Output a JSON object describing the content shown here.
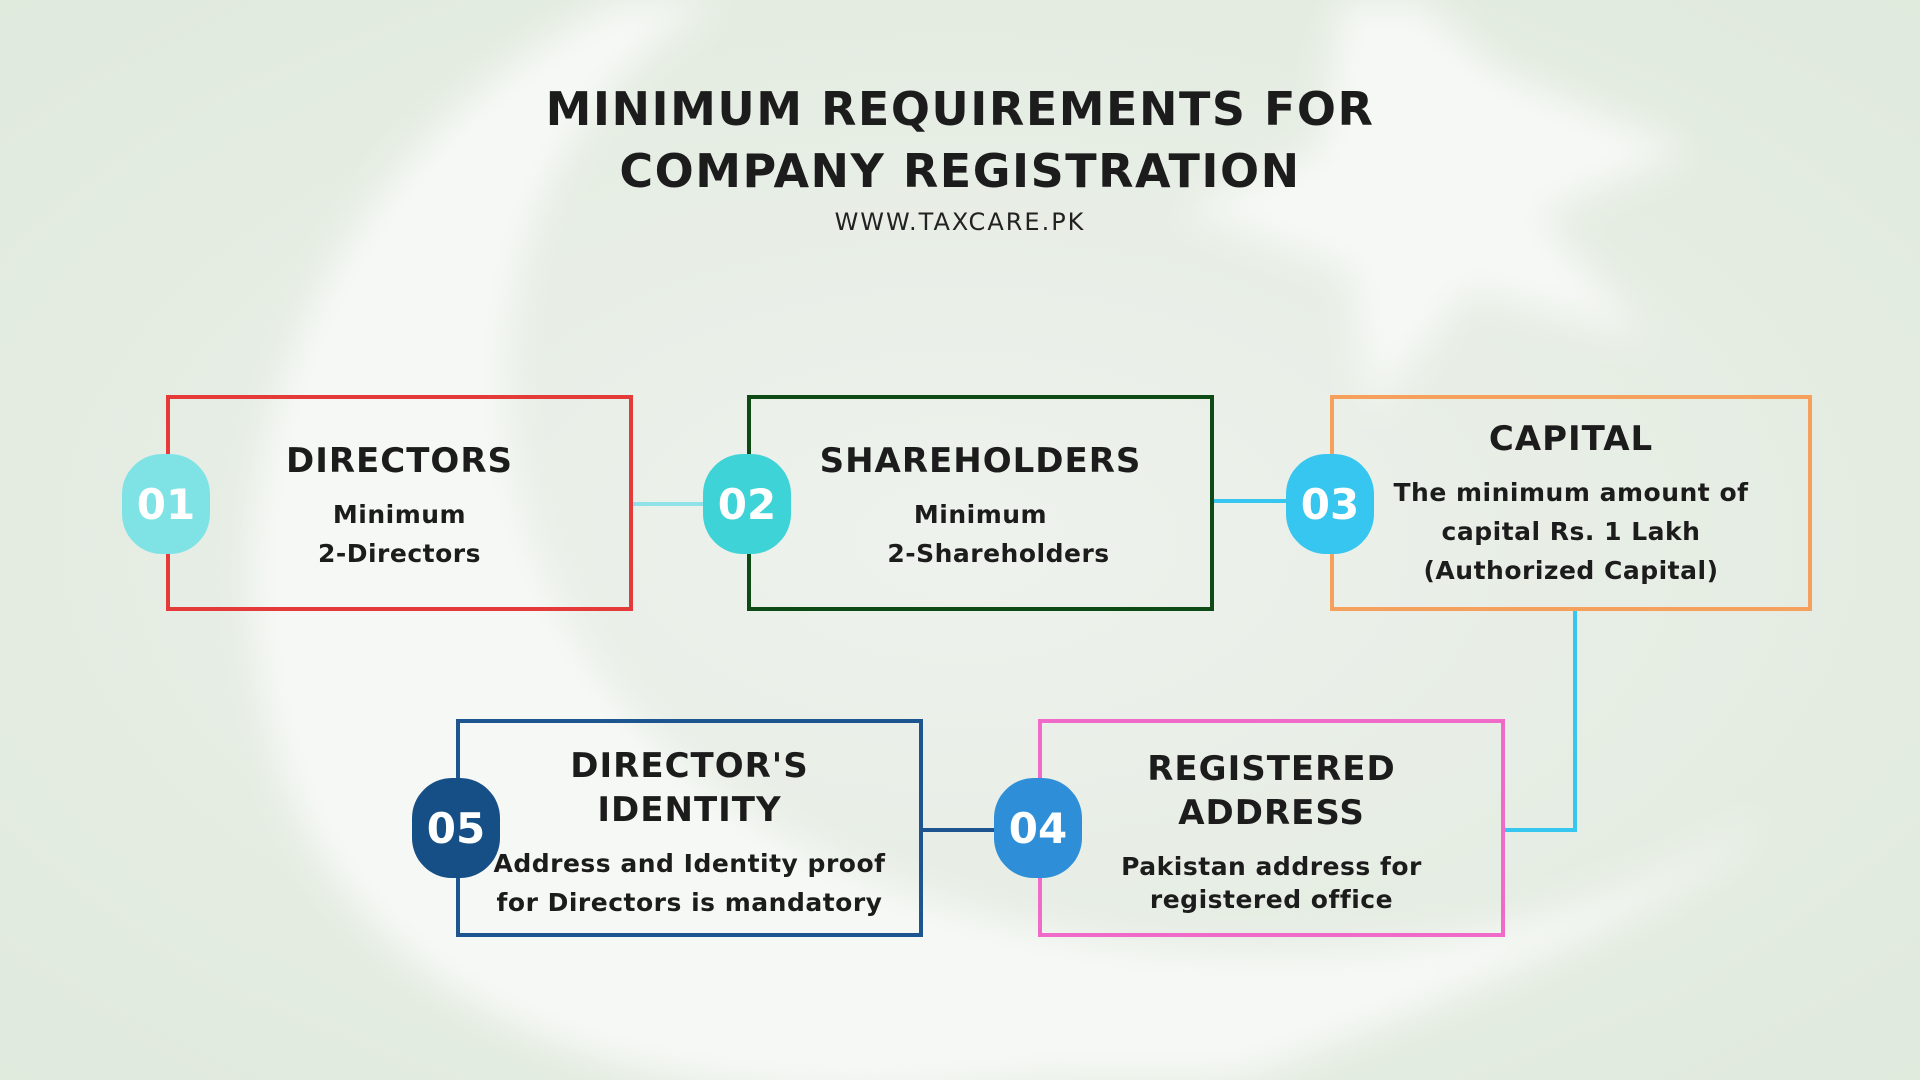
{
  "title_line1": "MINIMUM REQUIREMENTS FOR",
  "title_line2": "COMPANY REGISTRATION",
  "website": "WWW.TAXCARE.PK",
  "steps": [
    {
      "number": "01",
      "title": "DIRECTORS",
      "desc_line1": "Minimum",
      "desc_line2": "2-Directors",
      "border_color": "#e53a3a",
      "badge_color": "#7fe3e6"
    },
    {
      "number": "02",
      "title": "SHAREHOLDERS",
      "desc_line1": "Minimum",
      "desc_line2": "2-Shareholders",
      "border_color": "#0e4a14",
      "badge_color": "#3ed3d6"
    },
    {
      "number": "03",
      "title": "CAPITAL",
      "desc_line1": "The minimum amount of",
      "desc_line2": "capital Rs. 1 Lakh",
      "desc_line3": "(Authorized Capital)",
      "border_color": "#f5a05c",
      "badge_color": "#36c6ef"
    },
    {
      "number": "04",
      "title_line1": "REGISTERED",
      "title_line2": "ADDRESS",
      "desc_line1": "Pakistan address for",
      "desc_line2": "registered office",
      "border_color": "#f06ac8",
      "badge_color": "#2e8fd8"
    },
    {
      "number": "05",
      "title_line1": "DIRECTOR'S",
      "title_line2": "IDENTITY",
      "desc_line1": "Address and Identity proof",
      "desc_line2": "for Directors is mandatory",
      "border_color": "#1d5590",
      "badge_color": "#164f86"
    }
  ],
  "connector_colors": {
    "c12": "#8fe3e8",
    "c23": "#36c6ef",
    "c34": "#36c6ef",
    "c45": "#1d5590"
  }
}
